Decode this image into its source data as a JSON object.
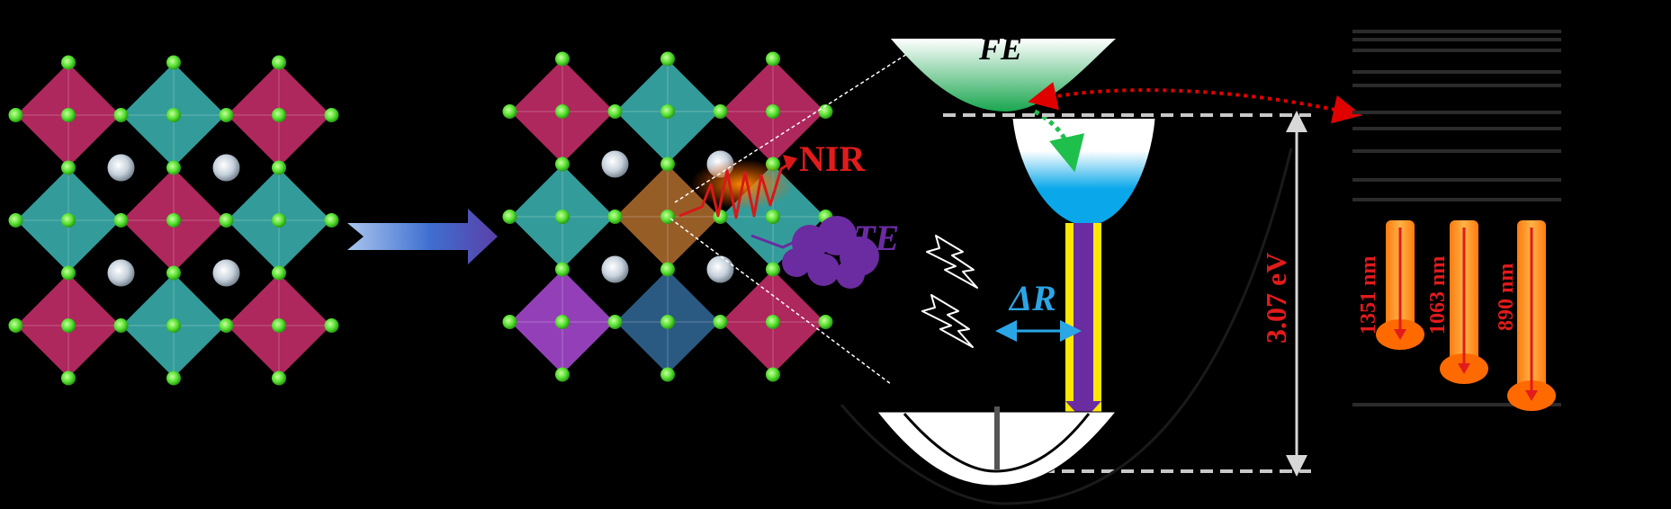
{
  "labels": {
    "fe": "FE",
    "nir": "NIR",
    "ste": "STE",
    "delta_r": "ΔR",
    "gap": "3.07 eV",
    "em1": "1351 nm",
    "em2": "1063 nm",
    "em3": "890 nm"
  },
  "colors": {
    "oct_red": "#b82a63",
    "oct_teal": "#36a5a3",
    "oct_brown": "#a0622a",
    "oct_violet": "#9b44c2",
    "oct_navy": "#2d5f8a",
    "halide": "#5fe23a",
    "cation": "#cfd8e2",
    "fe_band": "#2fb55e",
    "ste_band": "#0aa8ea",
    "nir_text": "#e21b1b",
    "ste_text": "#6a2ca0",
    "delta_r_text": "#2aa6e6",
    "emission": "#ff6a00",
    "arrow_blue": "#4a6ed8"
  }
}
